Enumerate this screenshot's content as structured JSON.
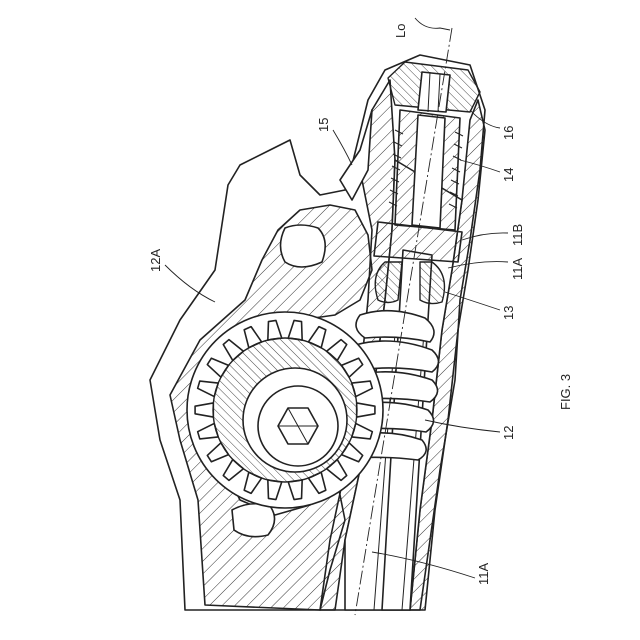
{
  "figure": {
    "caption": "FIG. 3",
    "labels": {
      "axis": "Lo",
      "l15": "15",
      "l16": "16",
      "l14": "14",
      "l11B": "11B",
      "l11A_top": "11A",
      "l13": "13",
      "l12A": "12A",
      "l12": "12",
      "l11A_bottom": "11A"
    }
  }
}
